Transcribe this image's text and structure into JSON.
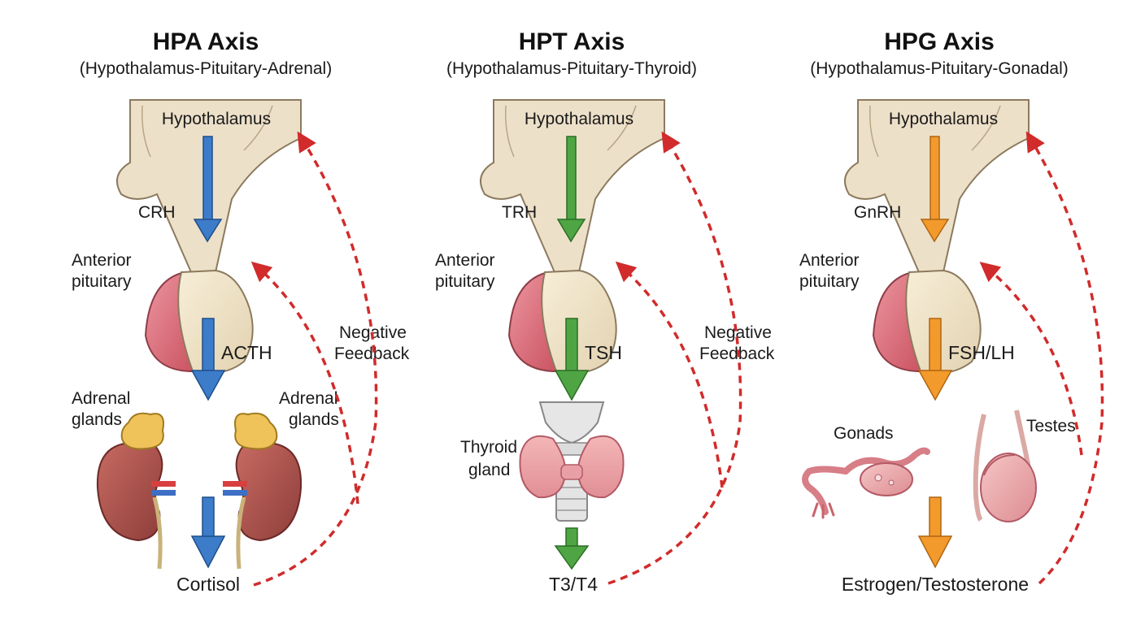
{
  "colors": {
    "hpa_arrow": "#3d7cc9",
    "hpt_arrow": "#4fa544",
    "hpg_arrow": "#f39a2c",
    "feedback": "#d12b2b",
    "brain": "#ede0c9",
    "pituitary_posterior": "#d96a78",
    "pituitary_anterior": "#efe3c6"
  },
  "panels": [
    {
      "title": "HPA Axis",
      "subtitle": "(Hypothalamus-Pituitary-Adrenal)",
      "hypothalamus": "Hypothalamus",
      "releasing_hormone": "CRH",
      "pituitary_line1": "Anterior",
      "pituitary_line2": "pituitary",
      "trophic_hormone": "ACTH",
      "feedback_line1": "Negative",
      "feedback_line2": "Feedback",
      "gland_left_line1": "Adrenal",
      "gland_left_line2": "glands",
      "gland_right_line1": "Adrenal",
      "gland_right_line2": "glands",
      "end_hormone": "Cortisol"
    },
    {
      "title": "HPT Axis",
      "subtitle": "(Hypothalamus-Pituitary-Thyroid)",
      "hypothalamus": "Hypothalamus",
      "releasing_hormone": "TRH",
      "pituitary_line1": "Anterior",
      "pituitary_line2": "pituitary",
      "trophic_hormone": "TSH",
      "feedback_line1": "Negative",
      "feedback_line2": "Feedback",
      "gland_line1": "Thyroid",
      "gland_line2": "gland",
      "end_hormone": "T3/T4"
    },
    {
      "title": "HPG Axis",
      "subtitle": "(Hypothalamus-Pituitary-Gonadal)",
      "hypothalamus": "Hypothalamus",
      "releasing_hormone": "GnRH",
      "pituitary_line1": "Anterior",
      "pituitary_line2": "pituitary",
      "trophic_hormone": "FSH/LH",
      "gland_left": "Gonads",
      "gland_right": "Testes",
      "end_hormone": "Estrogen/Testosterone"
    }
  ]
}
